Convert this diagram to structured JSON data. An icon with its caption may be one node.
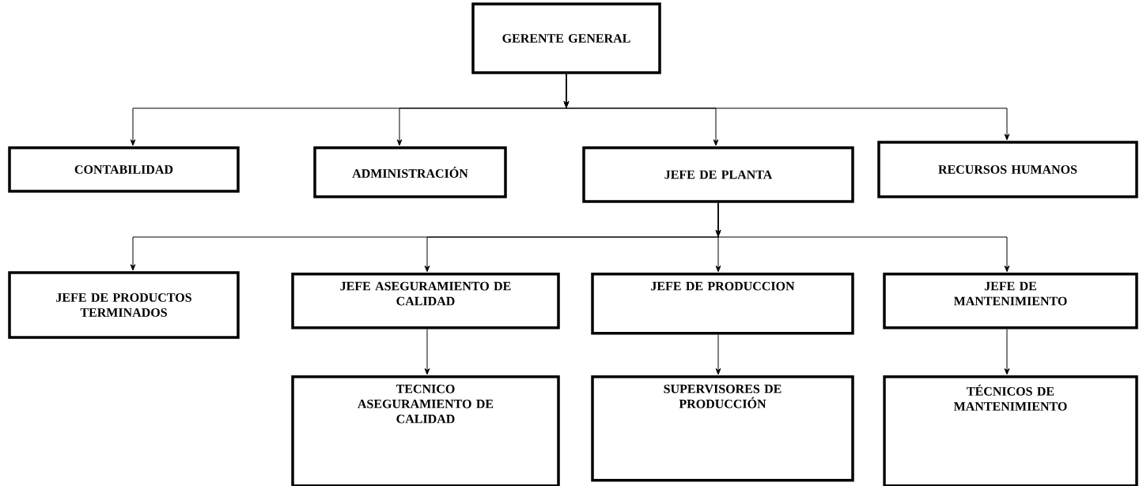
{
  "diagram": {
    "nodes": [
      {
        "text": [
          "GERENTE GENERAL"
        ]
      },
      {
        "text": [
          "CONTABILIDAD"
        ]
      },
      {
        "text": [
          "ADMINISTRACIÓN"
        ]
      },
      {
        "text": [
          "JEFE DE PLANTA"
        ]
      },
      {
        "text": [
          "RECURSOS HUMANOS"
        ]
      },
      {
        "text": [
          "JEFE DE PRODUCTOS TERMINADOS"
        ]
      },
      {
        "text": [
          "JEFE ASEGURAMIENTO DE CALIDAD"
        ]
      },
      {
        "text": [
          "JEFE DE PRODUCCION"
        ]
      },
      {
        "text": [
          "JEFE DE MANTENIMIENTO"
        ]
      },
      {
        "text": [
          "TECNICO ASEGURAMIENTO DE CALIDAD"
        ]
      },
      {
        "text": [
          "SUPERVISORES DE PRODUCCIÓN"
        ]
      },
      {
        "text": [
          "TÉCNICOS DE MANTENIMIENTO"
        ]
      }
    ],
    "edges": [
      {
        "from": 0,
        "to": 1,
        "arrow": "to"
      },
      {
        "from": 0,
        "to": 2,
        "arrow": "to"
      },
      {
        "from": 0,
        "to": 3,
        "arrow": "to"
      },
      {
        "from": 0,
        "to": 4,
        "arrow": "to"
      },
      {
        "from": 3,
        "to": 5,
        "arrow": "to"
      },
      {
        "from": 3,
        "to": 6,
        "arrow": "to"
      },
      {
        "from": 3,
        "to": 7,
        "arrow": "to"
      },
      {
        "from": 3,
        "to": 8,
        "arrow": "to"
      },
      {
        "from": 6,
        "to": 9,
        "arrow": "to"
      },
      {
        "from": 7,
        "to": 10,
        "arrow": "to"
      },
      {
        "from": 8,
        "to": 11,
        "arrow": "to"
      }
    ]
  }
}
